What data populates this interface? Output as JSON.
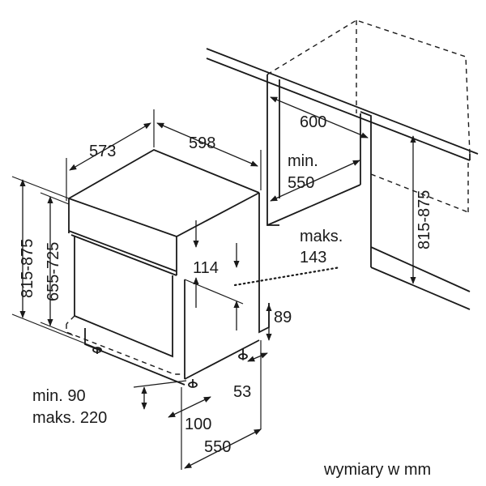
{
  "dimensions": {
    "depth": "573",
    "width": "598",
    "niche_width": "600",
    "niche_min_label": "min.",
    "niche_min_value": "550",
    "niche_height": "815-875",
    "height_total": "815-875",
    "height_front": "655-725",
    "panel_height": "114",
    "max_label": "maks.",
    "max_value": "143",
    "plinth_height": "89",
    "plinth_depth": "53",
    "min_label_bottom": "min. 90",
    "max_label_bottom": "maks. 220",
    "foot_depth": "100",
    "depth_bottom": "550"
  },
  "footer": {
    "units_note": "wymiary w mm"
  }
}
